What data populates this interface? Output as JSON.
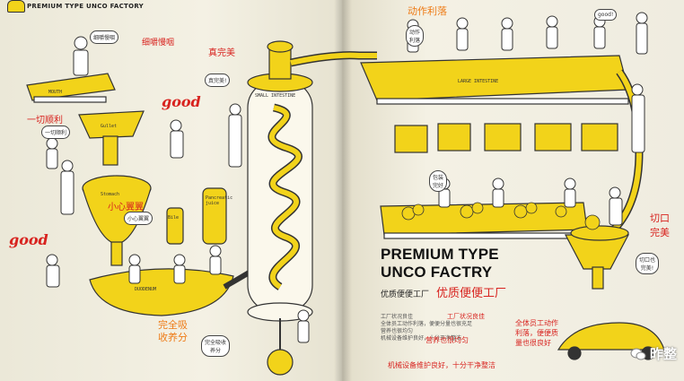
{
  "header": {
    "title": "PREMIUM TYPE UNCO FACTORY"
  },
  "handwritten": {
    "top_note": "细嚼慢咽",
    "perfect1": "真完美",
    "good1": "good",
    "smooth": "一切顺利",
    "careful": "小心翼翼",
    "good2": "good",
    "absorb": "完全吸\n收养分",
    "action": "动作利落",
    "cut": "切口\n完美",
    "big_title": "优质便便工厂",
    "note_a": "工厂状况良佳",
    "note_b": "全体员工动作\n利落，便便质\n量也很良好",
    "note_c": "营养也很均匀",
    "note_d": "机械设备维护良好，十分干净整洁"
  },
  "bubbles": {
    "chew": "细嚼慢咽",
    "smooth": "一切顺利",
    "perfect": "真完美!",
    "careful": "小心翼翼",
    "absorb": "完全吸收\n养分",
    "smooth2": "动作\n利落",
    "pack": "包装\n完好",
    "cut": "切口也\n完美!",
    "good3": "good!"
  },
  "machine_labels": {
    "mouth": "MOUTH",
    "gullet": "Gullet",
    "stomach": "Stomach",
    "bile": "Bile",
    "pancreatic": "Pancreatic juice",
    "duodenum": "DUODENUM",
    "small_intestine": "SMALL INTESTINE",
    "large_intestine": "LARGE INTESTINE"
  },
  "title": {
    "line1": "PREMIUM TYPE",
    "line2": "UNCO FACTRY",
    "chinese": "优质便便工厂"
  },
  "body_text": [
    "工厂状况良佳",
    "全体员工动作利落，便便分量也很充足",
    "营养也很均匀",
    "机械设备维护良好，十分干净整洁"
  ],
  "watermark": {
    "text": "昨整"
  },
  "colors": {
    "yellow": "#f2d31a",
    "red": "#d8231f",
    "orange": "#ee7b16",
    "ink": "#333333"
  }
}
